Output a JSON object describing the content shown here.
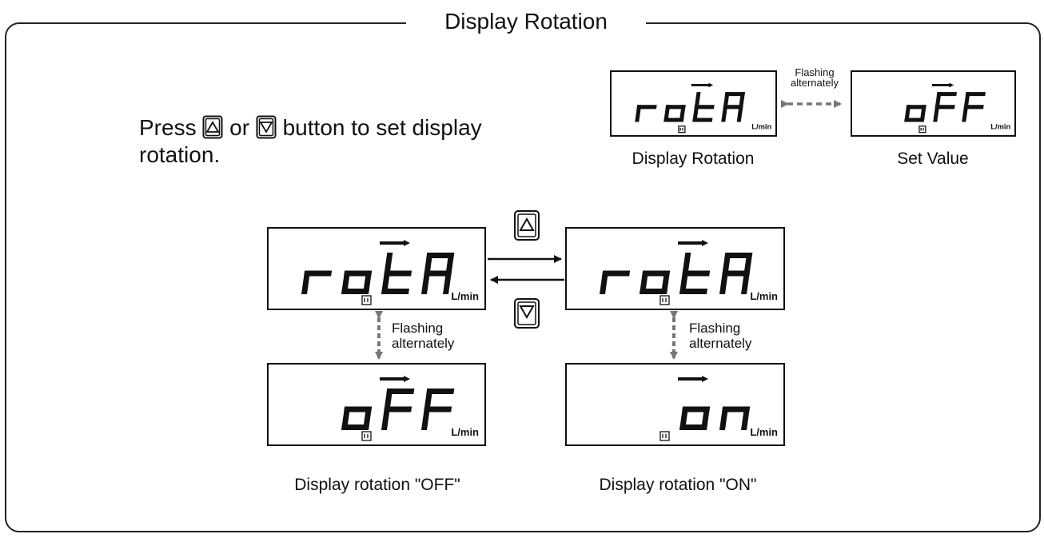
{
  "title": "Display Rotation",
  "instruction": {
    "press": "Press",
    "or": "or",
    "rest_line1": "button to set display",
    "rest_line2": "rotation."
  },
  "icons": {
    "up_button": "up-triangle-button-icon",
    "down_button": "down-triangle-button-icon",
    "rotation_indicator": "rotation-indicator-icon"
  },
  "displays": {
    "small_param": {
      "text": "rotA",
      "unit": "L/min"
    },
    "small_value": {
      "text": "oFF",
      "unit": "L/min"
    },
    "left_param": {
      "text": "rotA",
      "unit": "L/min"
    },
    "right_param": {
      "text": "rotA",
      "unit": "L/min"
    },
    "left_value": {
      "text": "oFF",
      "unit": "L/min"
    },
    "right_value": {
      "text": "on",
      "unit": "L/min"
    }
  },
  "labels": {
    "small_param": "Display Rotation",
    "small_value": "Set Value",
    "left_value": "Display rotation \"OFF\"",
    "right_value": "Display rotation \"ON\""
  },
  "flashing": {
    "top_line1": "Flashing",
    "top_line2": "alternately",
    "left_line1": "Flashing",
    "left_line2": "alternately",
    "right_line1": "Flashing",
    "right_line2": "alternately"
  },
  "colors": {
    "ink": "#111111",
    "dashed_arrow": "#777777"
  }
}
